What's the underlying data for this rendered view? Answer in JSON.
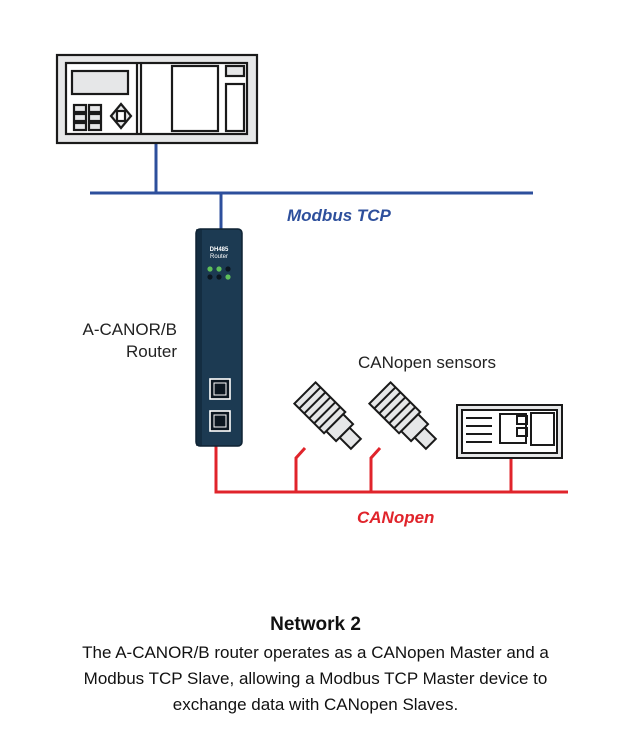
{
  "colors": {
    "modbus": "#2d4f9c",
    "canopen": "#e0242b",
    "router_body": "#1c3a52",
    "device_fill": "#e6e7e8",
    "outline": "#1a1a1a"
  },
  "labels": {
    "modbus_tcp": "Modbus TCP",
    "canopen": "CANopen",
    "router_line1": "A-CANOR/B",
    "router_line2": "Router",
    "canopen_sensors": "CANopen sensors",
    "router_badge_line1": "DH485",
    "router_badge_line2": "Router"
  },
  "icons": {
    "master": "modbus-master-device-icon",
    "router": "din-rail-router-icon",
    "sensor": "canopen-sensor-icon",
    "slave": "canopen-slave-device-icon"
  },
  "caption": {
    "title": "Network 2",
    "body": "The A-CANOR/B router operates as a CANopen Master and a Modbus TCP Slave, allowing a Modbus TCP Master device to exchange data with CANopen Slaves."
  }
}
